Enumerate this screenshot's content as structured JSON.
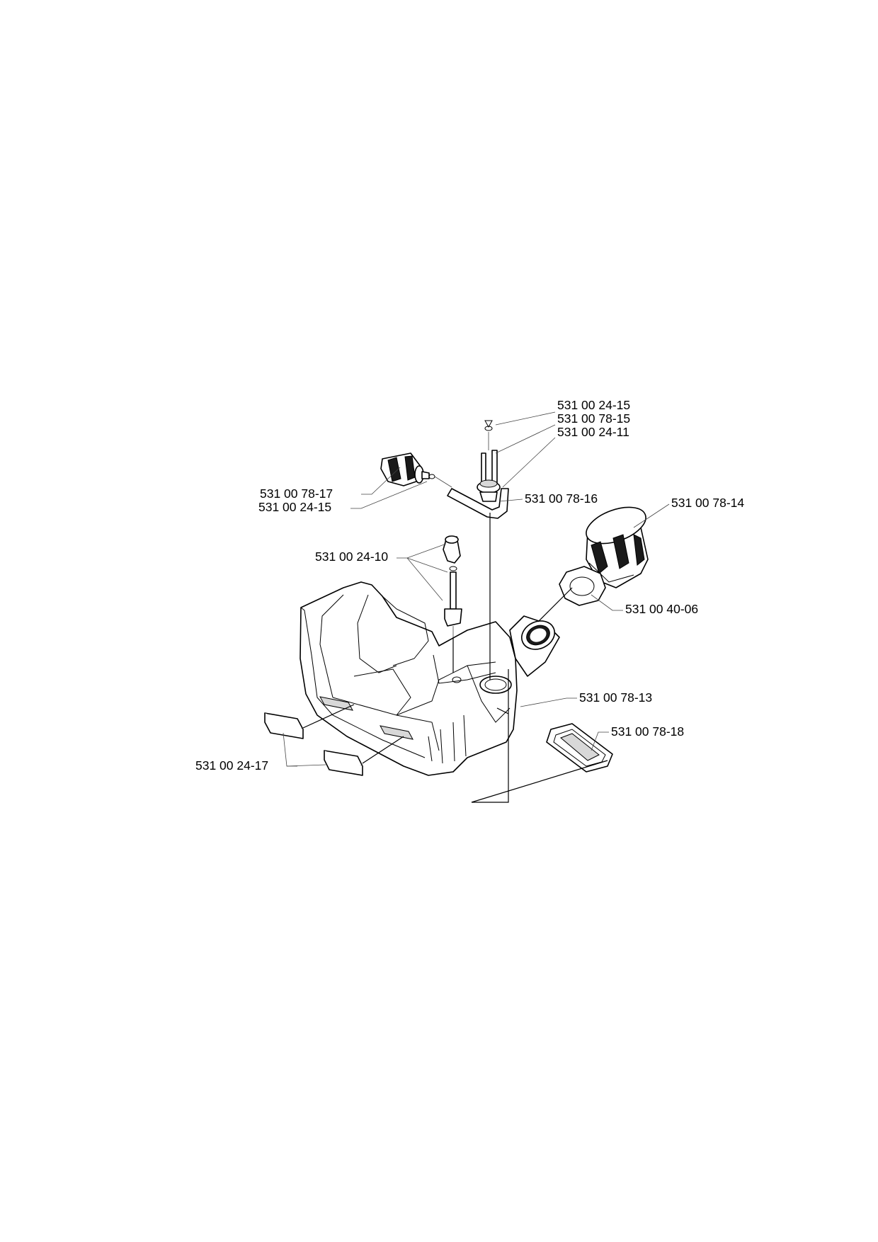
{
  "labels": {
    "fuel_filter_cap": "531 00 24-15",
    "fuel_hose": "531 00 78-15",
    "grommet_top": "531 00 24-11",
    "fuel_filter": "531 00 78-17",
    "hose_clip": "531 00 24-15",
    "tank_vent": "531 00 78-16",
    "fuel_cap": "531 00 78-14",
    "breather_valve": "531 00 24-10",
    "cap_gasket": "531 00 40-06",
    "fuel_tank": "531 00 78-13",
    "tank_mount": "531 00 78-18",
    "rubber_buffer": "531 00 24-17"
  }
}
